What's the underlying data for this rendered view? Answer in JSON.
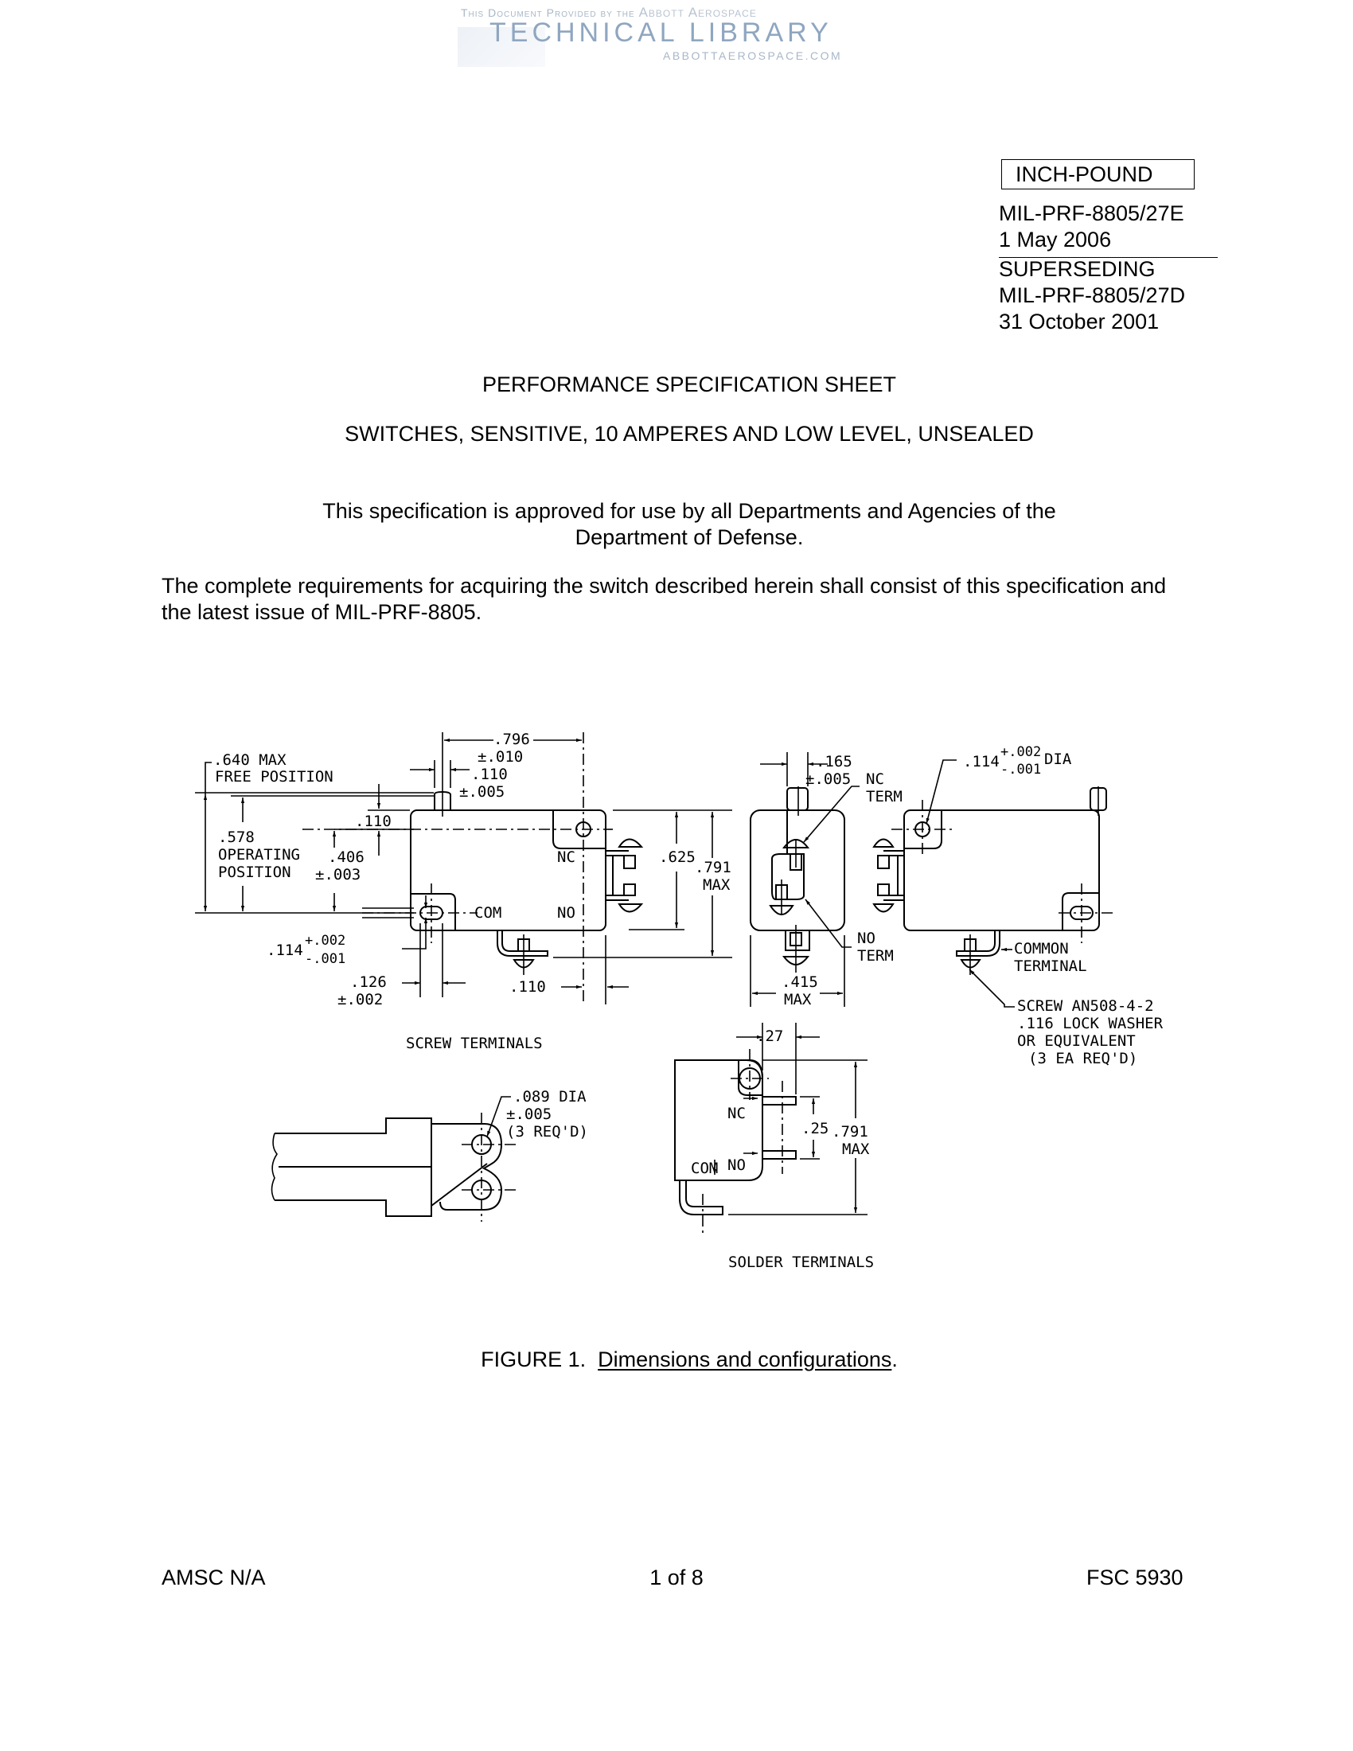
{
  "watermark": {
    "line1_prefix": "This Document Provided by the",
    "line1_brand": "Abbott Aerospace",
    "line2": "TECHNICAL LIBRARY",
    "line3": "ABBOTTAEROSPACE.COM"
  },
  "header": {
    "units_badge": "INCH-POUND",
    "doc_number": "MIL-PRF-8805/27E",
    "doc_date": "1 May 2006",
    "superseding_label": "SUPERSEDING",
    "superseded_number": "MIL-PRF-8805/27D",
    "superseded_date": "31 October 2001"
  },
  "title": {
    "main": "PERFORMANCE SPECIFICATION SHEET",
    "subtitle": "SWITCHES, SENSITIVE, 10 AMPERES AND LOW LEVEL, UNSEALED"
  },
  "body": {
    "approval_line1": "This specification is approved for use by all Departments and Agencies of the",
    "approval_line2": "Department of Defense.",
    "requirements_line1": "The complete requirements for acquiring the switch described herein shall consist of this specification and",
    "requirements_line2": "the latest issue of MIL-PRF-8805."
  },
  "figure": {
    "caption_prefix": "FIGURE 1.",
    "caption_title": "Dimensions and configurations",
    "caption_suffix": ".",
    "labels": {
      "free_pos_1": ".640 MAX",
      "free_pos_2": "FREE POSITION",
      "op_pos_1": ".578",
      "op_pos_2": "OPERATING",
      "op_pos_3": "POSITION",
      "dim_406": ".406",
      "tol_003": "±.003",
      "dim_110_a": ".110",
      "dim_796": ".796",
      "tol_010": "±.010",
      "dim_110_b": ".110",
      "tol_005_a": "±.005",
      "dim_114_a": ".114",
      "tol_plus_002_a": "+.002",
      "tol_minus_001_a": "-.001",
      "dim_126": ".126",
      "tol_002": "±.002",
      "dim_110_c": ".110",
      "nc": "NC",
      "no": "NO",
      "com": "COM",
      "dim_625": ".625",
      "dim_791_a": ".791",
      "max_a": "MAX",
      "dim_165": ".165",
      "tol_005_b": "±.005",
      "nc_term_1": "NC",
      "nc_term_2": "TERM",
      "no_term_1": "NO",
      "no_term_2": "TERM",
      "dim_415": ".415",
      "max_b": "MAX",
      "dim_114_b": ".114",
      "tol_plus_002_b": "+.002",
      "tol_minus_001_b": "-.001",
      "dia_a": "DIA",
      "common_1": "COMMON",
      "common_2": "TERMINAL",
      "screw_1": "SCREW AN508-4-2",
      "screw_2": ".116 LOCK WASHER",
      "screw_3": "OR EQUIVALENT",
      "screw_4": "(3 EA REQ'D)",
      "screw_terminals": "SCREW TERMINALS",
      "dim_089": ".089 DIA",
      "tol_005_c": "±.005",
      "req_3": "(3 REQ'D)",
      "dim_27": ".27",
      "dim_25": ".25",
      "dim_791_b": ".791",
      "max_c": "MAX",
      "nc_s": "NC",
      "no_s": "NO",
      "com_s": "COM",
      "solder_terminals": "SOLDER TERMINALS"
    }
  },
  "footer": {
    "left": "AMSC N/A",
    "center": "1 of 8",
    "right": "FSC 5930"
  }
}
